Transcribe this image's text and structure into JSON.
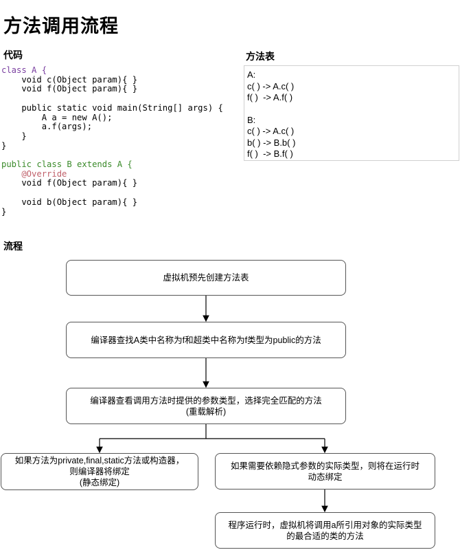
{
  "title": "方法调用流程",
  "sections": {
    "code": "代码",
    "method_table": "方法表",
    "flow": "流程"
  },
  "method_table": {
    "lines": [
      "A:",
      "c( ) -> A.c( )",
      "f( )  -> A.f( )",
      "",
      "B:",
      "c( ) -> A.c( )",
      "b( ) -> B.b( )",
      "f( )  -> B.f( )"
    ]
  },
  "code": {
    "l1": "class A {",
    "l2": "    void c(Object param){ }",
    "l3": "    void f(Object param){ }",
    "l5": "    public static void main(String[] args) {",
    "l6": "        A a = new A();",
    "l7": "        a.f(args);",
    "l8": "    }",
    "l9": "}",
    "l11": "public class B extends A {",
    "l12": "    @Override",
    "l13": "    void f(Object param){ }",
    "l15": "    void b(Object param){ }",
    "l16": "}"
  },
  "flow": {
    "n1": "虚拟机预先创建方法表",
    "n2": "编译器查找A类中名称为f和超类中名称为f类型为public的方法",
    "n3": "编译器查看调用方法时提供的参数类型，选择完全匹配的方法\n(重载解析)",
    "n4": "如果方法为private,final,static方法或构造器，\n则编译器将绑定\n(静态绑定)",
    "n5": "如果需要依赖隐式参数的实际类型，则将在运行时\n动态绑定",
    "n6": "程序运行时，虚拟机将调用a所引用对象的实际类型\n的最合适的类的方法"
  }
}
